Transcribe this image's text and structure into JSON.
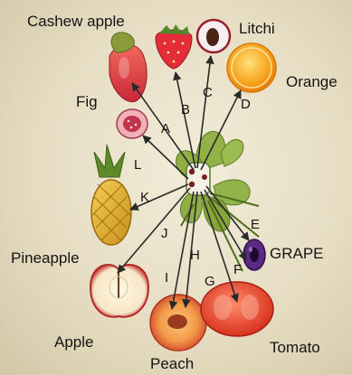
{
  "fruits": {
    "cashew_apple": "Cashew apple",
    "strawberry": "",
    "litchi": "Litchi",
    "orange": "Orange",
    "fig": "Fig",
    "pineapple": "Pineapple",
    "grape": "GRAPE",
    "apple": "Apple",
    "peach": "Peach",
    "tomato": "Tomato"
  },
  "arrows": {
    "a": "A",
    "b": "B",
    "c": "C",
    "d": "D",
    "e": "E",
    "f": "F",
    "g": "G",
    "h": "H",
    "i": "I",
    "j": "J",
    "k": "K",
    "l": "L"
  },
  "colors": {
    "background": "#e8dfc6",
    "flower": "#93b34a",
    "arrow": "#2a2a2a",
    "grape": "#5a2a82",
    "tomato": "#e8452e",
    "orange": "#f7a21b",
    "pineapple": "#e3b53a",
    "cashew_apple": "#e0434c"
  }
}
